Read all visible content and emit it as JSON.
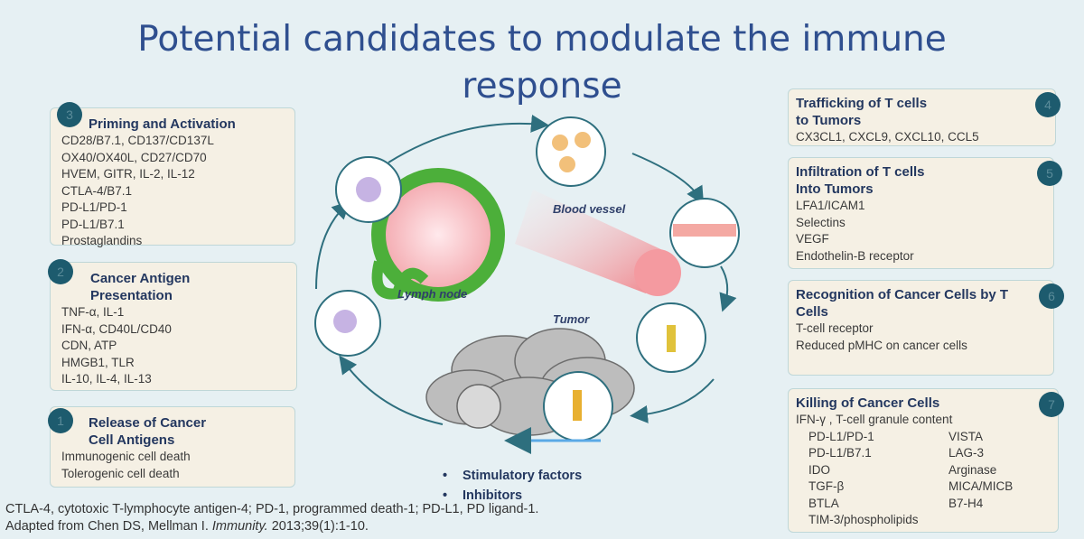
{
  "title": "Potential candidates to modulate  the immune response",
  "steps": [
    {
      "number": "3",
      "heading": "Priming and Activation",
      "items": [
        "CD28/B7.1, CD137/CD137L",
        "OX40/OX40L, CD27/CD70",
        "HVEM, GITR, IL-2, IL-12",
        "CTLA-4/B7.1",
        "PD-L1/PD-1",
        "PD-L1/B7.1",
        "Prostaglandins"
      ]
    },
    {
      "number": "2",
      "heading": "Cancer Antigen Presentation",
      "heading_lines": [
        "Cancer Antigen",
        "Presentation"
      ],
      "items": [
        "TNF-α, IL-1",
        "IFN-α, CD40L/CD40",
        "CDN, ATP",
        "HMGB1, TLR",
        "IL-10, IL-4, IL-13"
      ]
    },
    {
      "number": "1",
      "heading_lines": [
        "Release of Cancer",
        "Cell Antigens"
      ],
      "items": [
        "Immunogenic cell death",
        "Tolerogenic cell death"
      ]
    },
    {
      "number": "4",
      "heading_lines": [
        "Trafficking of T cells",
        "to Tumors"
      ],
      "items": [
        "CX3CL1, CXCL9, CXCL10, CCL5"
      ]
    },
    {
      "number": "5",
      "heading_lines": [
        "Infiltration of T cells",
        "Into Tumors"
      ],
      "items": [
        "LFA1/ICAM1",
        "Selectins",
        "VEGF",
        "Endothelin-B receptor"
      ]
    },
    {
      "number": "6",
      "heading_lines": [
        "Recognition of Cancer Cells by T",
        "Cells"
      ],
      "items": [
        "T-cell receptor",
        "Reduced pMHC on cancer cells"
      ]
    },
    {
      "number": "7",
      "heading": "Killing of Cancer Cells",
      "intro": "IFN-γ , T-cell granule content",
      "col1": [
        "PD-L1/PD-1",
        "PD-L1/B7.1",
        "IDO",
        "TGF-β",
        "BTLA",
        "TIM-3/phospholipids"
      ],
      "col2": [
        "VISTA",
        "LAG-3",
        "Arginase",
        "MICA/MICB",
        "B7-H4"
      ]
    }
  ],
  "diagram_labels": {
    "lymph_node": "Lymph node",
    "blood_vessel": "Blood vessel",
    "tumor": "Tumor"
  },
  "legend": [
    "Stimulatory factors",
    "Inhibitors"
  ],
  "footnote": [
    "CTLA-4, cytotoxic T-lymphocyte antigen-4; PD-1, programmed death-1; PD-L1, PD ligand-1.",
    "Adapted from  Chen DS, Mellman I. ",
    "Immunity.",
    " 2013;39(1):1-10."
  ],
  "colors": {
    "title": "#2f4f8f",
    "badge": "#1d5b6e",
    "box_bg": "#f5f0e4",
    "arrow": "#2e6f7e",
    "node_green": "#4caf3a",
    "vessel_pink": "#f08c8c"
  }
}
